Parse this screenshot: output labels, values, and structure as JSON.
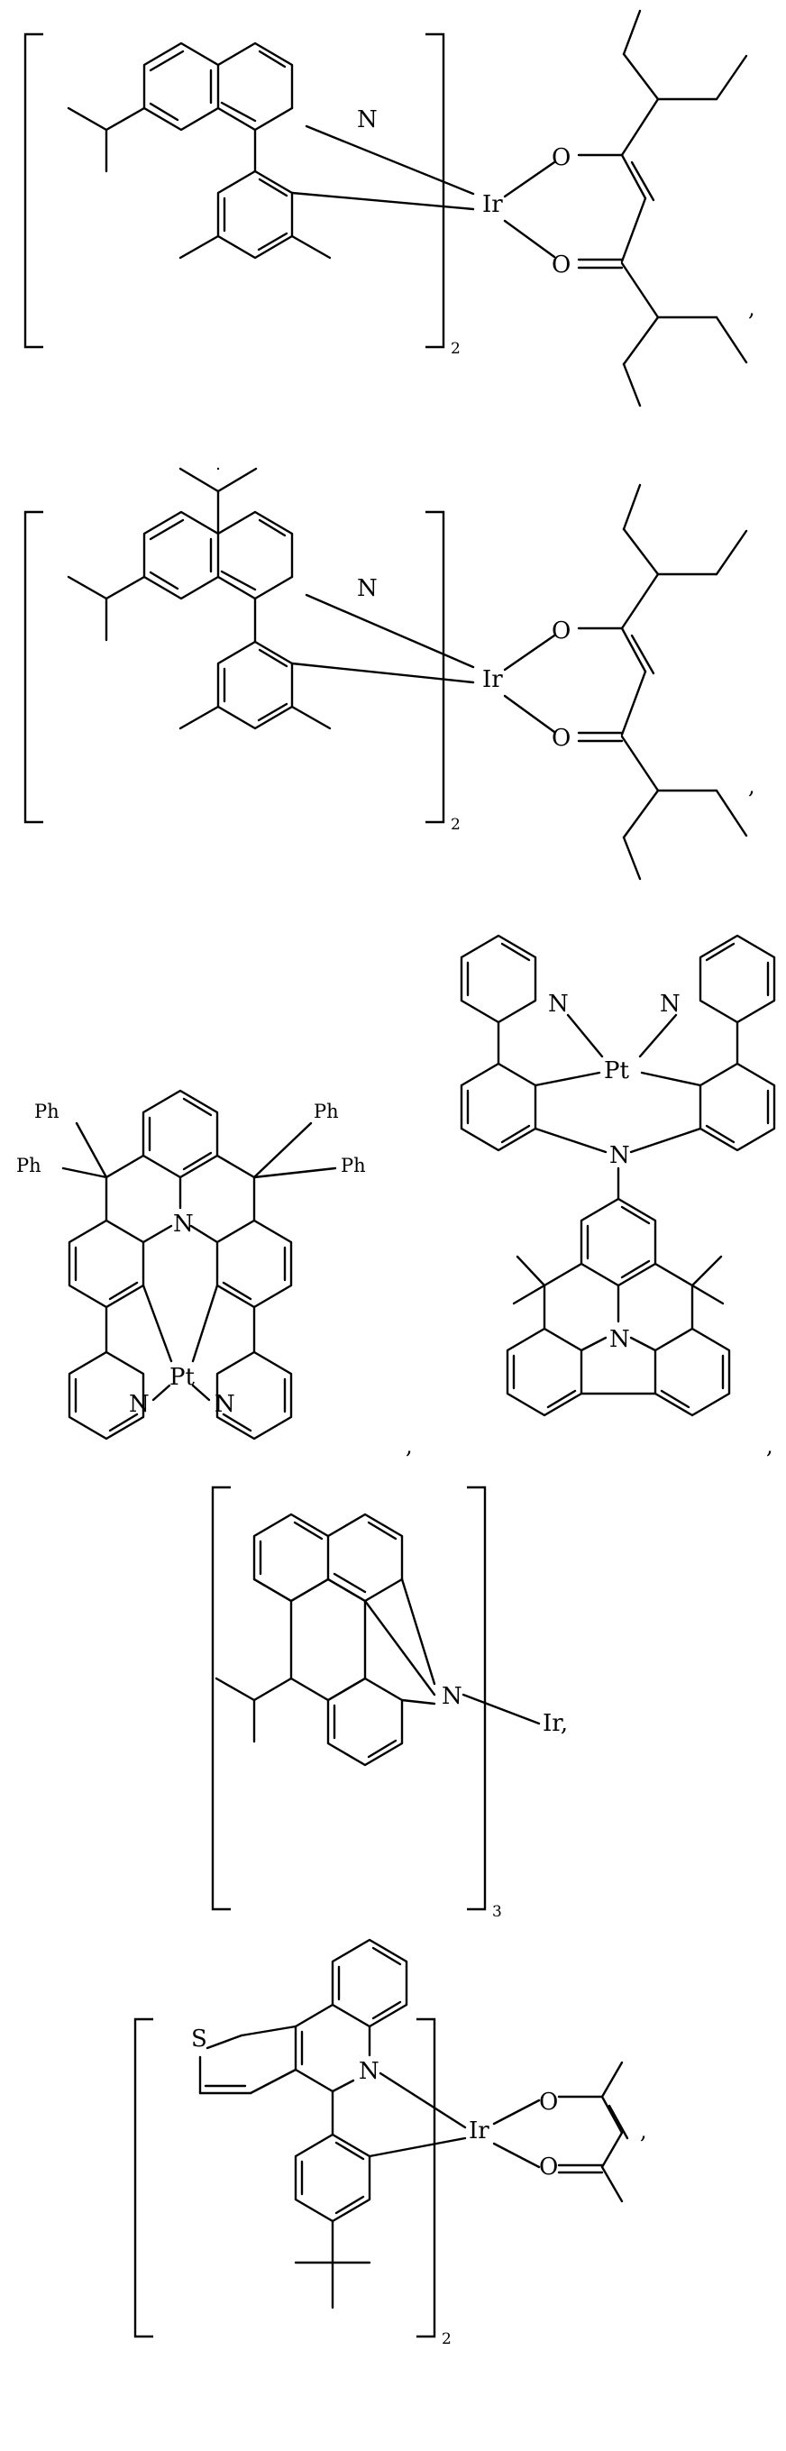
{
  "structures": [
    {
      "id": "s1",
      "metal": "Ir",
      "atoms": [
        "N",
        "O",
        "O"
      ],
      "subscript": "2",
      "trailing": ","
    },
    {
      "id": "s2",
      "metal": "Ir",
      "atoms": [
        "N",
        "O",
        "O"
      ],
      "subscript": "2",
      "trailing": ","
    },
    {
      "id": "s3",
      "metal": "Pt",
      "atoms": [
        "N",
        "N",
        "N"
      ],
      "substituents": [
        "Ph",
        "Ph",
        "Ph",
        "Ph"
      ],
      "trailing": ","
    },
    {
      "id": "s4",
      "metal": "Pt",
      "atoms": [
        "N",
        "N",
        "N",
        "N"
      ],
      "trailing": ","
    },
    {
      "id": "s5",
      "metal_label": "Ir,",
      "atoms": [
        "N"
      ],
      "subscript": "3"
    },
    {
      "id": "s6",
      "metal": "Ir",
      "atoms": [
        "S",
        "N",
        "O",
        "O"
      ],
      "subscript": "2",
      "trailing": ","
    }
  ]
}
